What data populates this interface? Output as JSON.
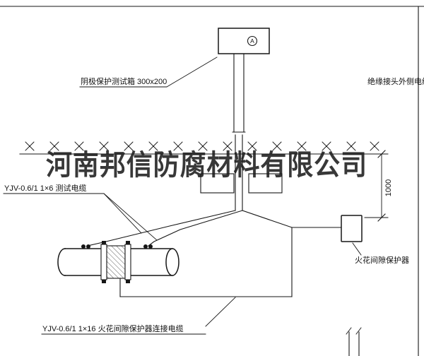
{
  "colors": {
    "ink": "#161616",
    "paper": "#ffffff"
  },
  "watermark": {
    "text": "河南邦信防腐材料有限公司"
  },
  "test_box": {
    "terminal": "A"
  },
  "callouts": {
    "test_box": "阴极保护测试箱 300x200",
    "outer_cable": "绝缘接头外侧电缆",
    "test_cable": "YJV-0.6/1 1×6  测试电缆",
    "spark_protector": "火花间隙保护器",
    "protector_cable": "YJV-0.6/1 1×16  火花间隙保护器连接电缆"
  },
  "dimension": {
    "value": "1000"
  }
}
